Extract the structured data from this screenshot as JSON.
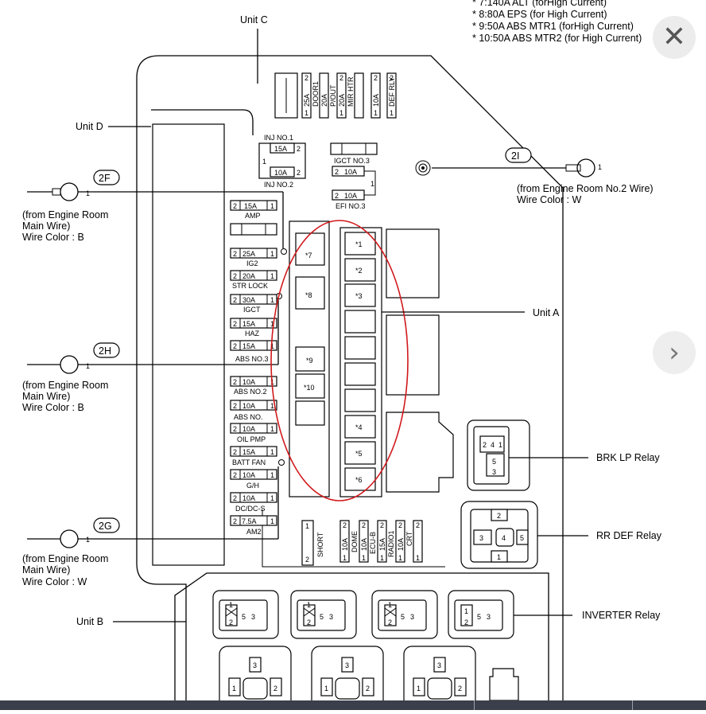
{
  "notes": [
    "* 7:140A ALT (forHigh Current)",
    "* 8:80A EPS (for High Current)",
    "* 9:50A ABS MTR1 (forHigh Current)",
    "* 10:50A ABS MTR2 (for High Current)"
  ],
  "units": {
    "c": "Unit C",
    "d": "Unit D",
    "a": "Unit A",
    "b": "Unit B"
  },
  "relays": {
    "brk": "BRK LP Relay",
    "rr": "RR DEF Relay",
    "inverter": "INVERTER Relay"
  },
  "wires": {
    "w2f": {
      "id": "2F",
      "pin": "1",
      "line1": "(from Engine Room",
      "line2": "Main Wire)",
      "color": "Wire Color : B"
    },
    "w2h": {
      "id": "2H",
      "pin": "1",
      "line1": "(from Engine Room",
      "line2": "Main Wire)",
      "color": "Wire Color : B"
    },
    "w2g": {
      "id": "2G",
      "pin": "1",
      "line1": "(from Engine Room",
      "line2": "Main Wire)",
      "color": "Wire Color : W"
    },
    "w2i": {
      "id": "2I",
      "pin": "1",
      "line1": "(from Engine Room No.2 Wire)",
      "line2": "Wire Color : W"
    }
  },
  "fuses_top": [
    "25A",
    "DOOR1",
    "20A",
    "P/OUT",
    "20A",
    "MIR HTR",
    "10A",
    "DEF RLY"
  ],
  "inj": {
    "no1": "INJ NO.1",
    "no2": "INJ NO.2",
    "a1": "15A",
    "a2": "10A"
  },
  "igct3": {
    "name": "IGCT NO.3",
    "amp": "10A"
  },
  "efi3": {
    "name": "EFI NO.3",
    "amp": "10A"
  },
  "left_fuses": [
    {
      "amp": "15A",
      "name": "AMP"
    },
    {
      "amp": "25A",
      "name": "IG2"
    },
    {
      "amp": "20A",
      "name": "STR LOCK"
    },
    {
      "amp": "30A",
      "name": "IGCT"
    },
    {
      "amp": "15A",
      "name": "HAZ"
    },
    {
      "amp": "15A",
      "name": "ABS NO.3"
    },
    {
      "amp": "10A",
      "name": "ABS NO.2"
    },
    {
      "amp": "10A",
      "name": "ABS NO."
    },
    {
      "amp": "10A",
      "name": "OIL PMP"
    },
    {
      "amp": "15A",
      "name": "BATT FAN"
    },
    {
      "amp": "10A",
      "name": "G/H"
    },
    {
      "amp": "10A",
      "name": "DC/DC-S"
    },
    {
      "amp": "7.5A",
      "name": "AM2"
    }
  ],
  "big_fuses_left": [
    "*7",
    "*8",
    "*9",
    "*10"
  ],
  "big_fuses_right": [
    "*1",
    "*2",
    "*3",
    "*4",
    "*5",
    "*6"
  ],
  "bottom_fuses": [
    "SHORT",
    "10A",
    "DOME",
    "10A",
    "ECU-B",
    "15A",
    "RADIO1",
    "10A",
    "CRT"
  ],
  "pins": {
    "p1": "1",
    "p2": "2",
    "p3": "3",
    "p4": "4",
    "p5": "5"
  },
  "ui": {
    "close": "✕",
    "next": "›"
  }
}
